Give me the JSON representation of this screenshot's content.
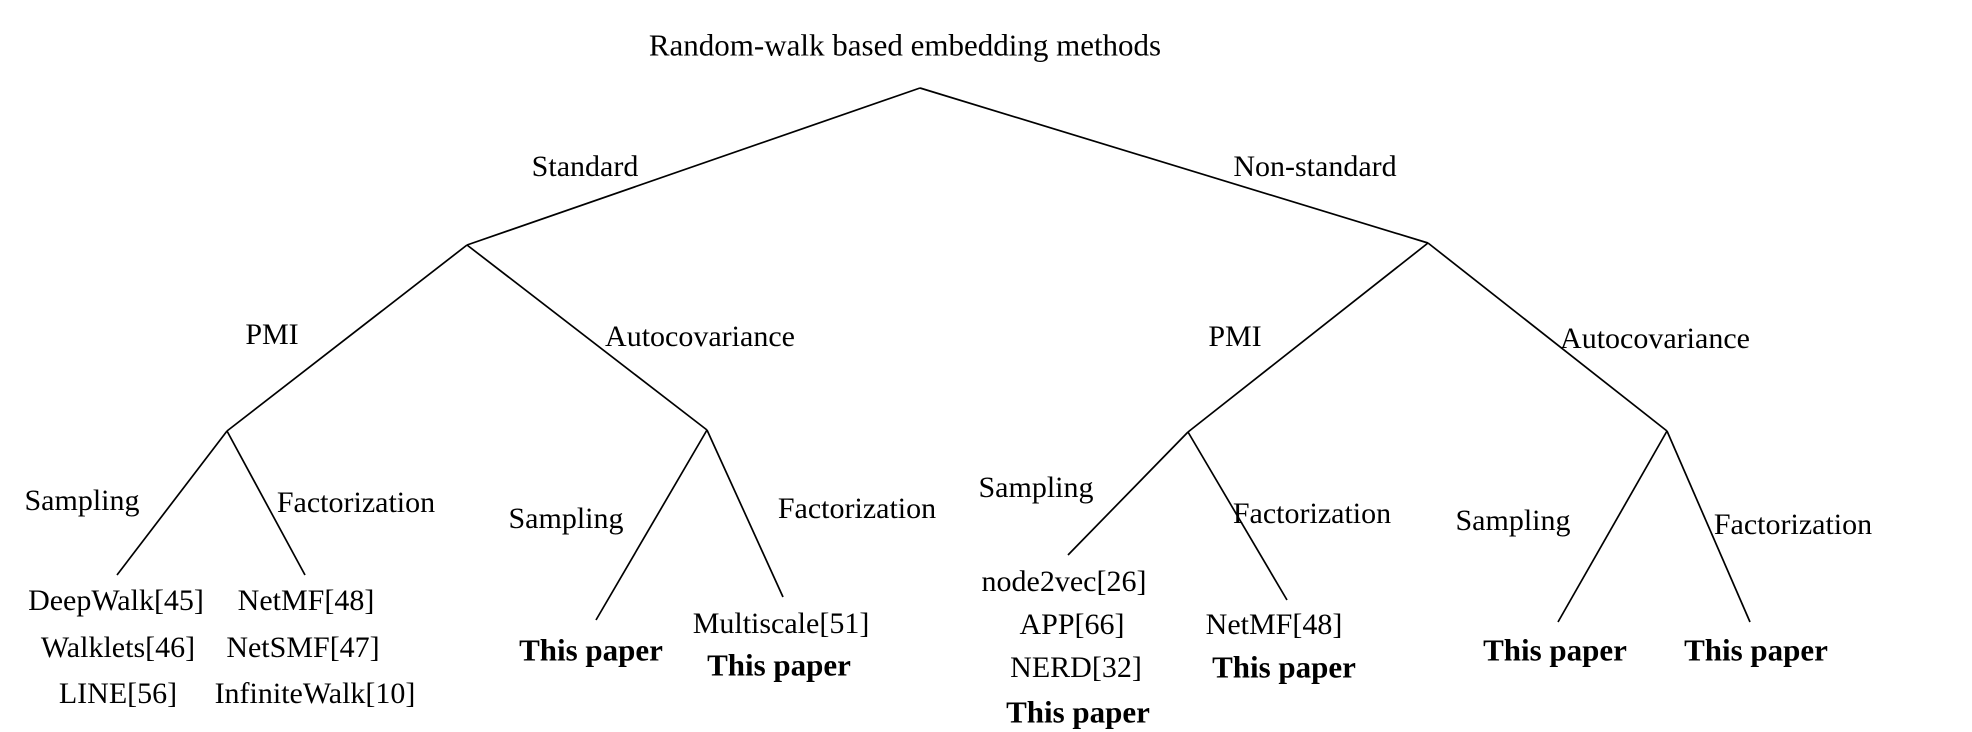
{
  "tree": {
    "root_label": "Random-walk based embedding methods",
    "level1": {
      "left": "Standard",
      "right": "Non-standard"
    },
    "level2": {
      "std_pmi": "PMI",
      "std_autocov": "Autocovariance",
      "nonstd_pmi": "PMI",
      "nonstd_autocov": "Autocovariance"
    },
    "level3": {
      "std_pmi_sampling": "Sampling",
      "std_pmi_factorization": "Factorization",
      "std_autocov_sampling": "Sampling",
      "std_autocov_factorization": "Factorization",
      "nonstd_pmi_sampling": "Sampling",
      "nonstd_pmi_factorization": "Factorization",
      "nonstd_autocov_sampling": "Sampling",
      "nonstd_autocov_factorization": "Factorization"
    },
    "leaves": {
      "std_pmi_sampling": [
        "DeepWalk[45]",
        "Walklets[46]",
        "LINE[56]"
      ],
      "std_pmi_factorization": [
        "NetMF[48]",
        "NetSMF[47]",
        "InfiniteWalk[10]"
      ],
      "std_autocov_sampling": [
        "This paper"
      ],
      "std_autocov_factorization": [
        "Multiscale[51]",
        "This paper"
      ],
      "nonstd_pmi_sampling": [
        "node2vec[26]",
        "APP[66]",
        "NERD[32]",
        "This paper"
      ],
      "nonstd_pmi_factorization": [
        "NetMF[48]",
        "This paper"
      ],
      "nonstd_autocov_sampling": [
        "This paper"
      ],
      "nonstd_autocov_factorization": [
        "This paper"
      ]
    },
    "colors": {
      "text": "#000000",
      "line": "#000000",
      "background": "#ffffff"
    }
  }
}
